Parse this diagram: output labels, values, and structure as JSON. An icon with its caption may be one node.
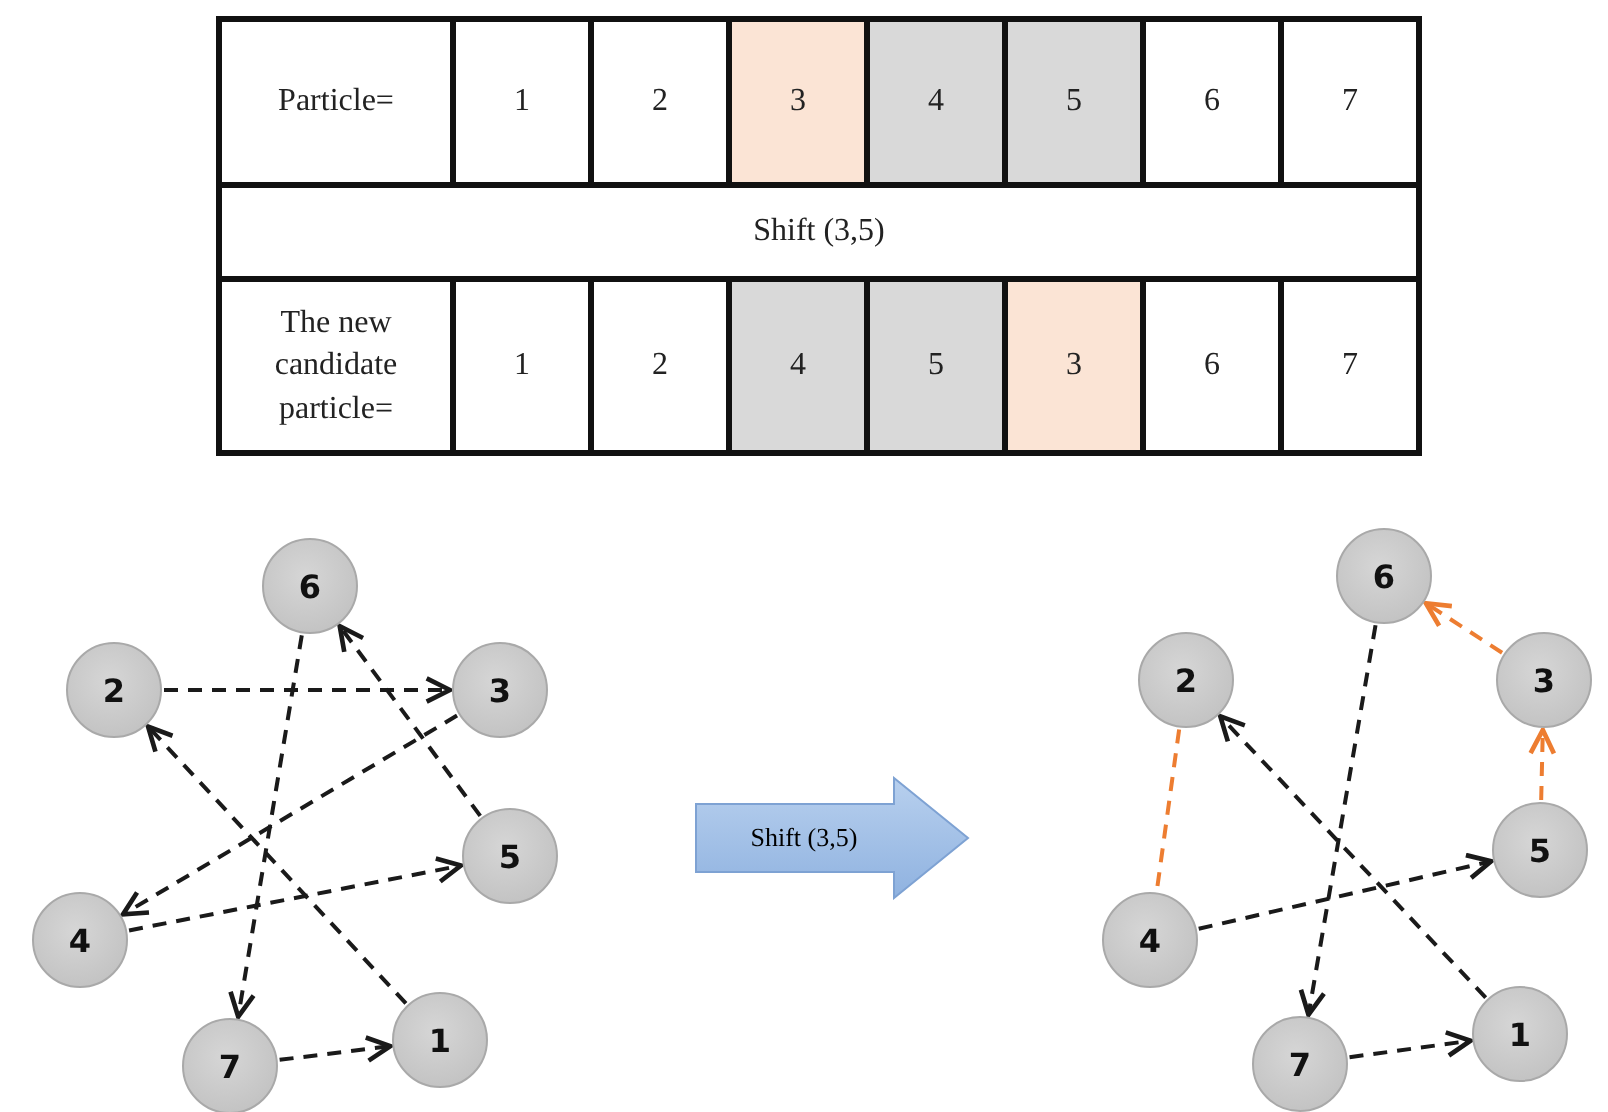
{
  "diagram": {
    "nodes": [
      {
        "text": [
          "6"
        ]
      },
      {
        "text": [
          "2"
        ]
      },
      {
        "text": [
          "3"
        ]
      },
      {
        "text": [
          "5"
        ]
      },
      {
        "text": [
          "4"
        ]
      },
      {
        "text": [
          "1"
        ]
      },
      {
        "text": [
          "7"
        ]
      },
      {
        "text": [
          "Shift (3,5)"
        ]
      },
      {
        "text": [
          "6"
        ]
      },
      {
        "text": [
          "2"
        ]
      },
      {
        "text": [
          "3"
        ]
      },
      {
        "text": [
          "5"
        ]
      },
      {
        "text": [
          "4"
        ]
      },
      {
        "text": [
          "1"
        ]
      },
      {
        "text": [
          "7"
        ]
      }
    ],
    "edges": [
      {
        "from": 1,
        "to": 2,
        "arrow": "to",
        "style": "dashed"
      },
      {
        "from": 2,
        "to": 4,
        "arrow": "to",
        "style": "dashed"
      },
      {
        "from": 4,
        "to": 3,
        "arrow": "to",
        "style": "dashed"
      },
      {
        "from": 3,
        "to": 0,
        "arrow": "to",
        "style": "dashed"
      },
      {
        "from": 0,
        "to": 6,
        "arrow": "to",
        "style": "dashed"
      },
      {
        "from": 6,
        "to": 5,
        "arrow": "to",
        "style": "dashed"
      },
      {
        "from": 5,
        "to": 1,
        "arrow": "to",
        "style": "dashed"
      },
      {
        "from": 13,
        "to": 9,
        "arrow": "to",
        "style": "dashed"
      },
      {
        "from": 9,
        "to": 12,
        "arrow": "none",
        "style": "dashed",
        "color": "#ed7d31"
      },
      {
        "from": 12,
        "to": 11,
        "arrow": "to",
        "style": "dashed"
      },
      {
        "from": 11,
        "to": 10,
        "arrow": "to",
        "style": "dashed",
        "color": "#ed7d31"
      },
      {
        "from": 10,
        "to": 8,
        "arrow": "to",
        "style": "dashed",
        "color": "#ed7d31"
      },
      {
        "from": 8,
        "to": 14,
        "arrow": "to",
        "style": "dashed"
      },
      {
        "from": 14,
        "to": 13,
        "arrow": "to",
        "style": "dashed"
      }
    ],
    "labels": [
      "Particle=",
      "1",
      "2",
      "3",
      "4",
      "5",
      "6",
      "7",
      "Shift (3,5)",
      "The new candidate particle=",
      "1",
      "2",
      "4",
      "5",
      "3",
      "6",
      "7"
    ]
  }
}
